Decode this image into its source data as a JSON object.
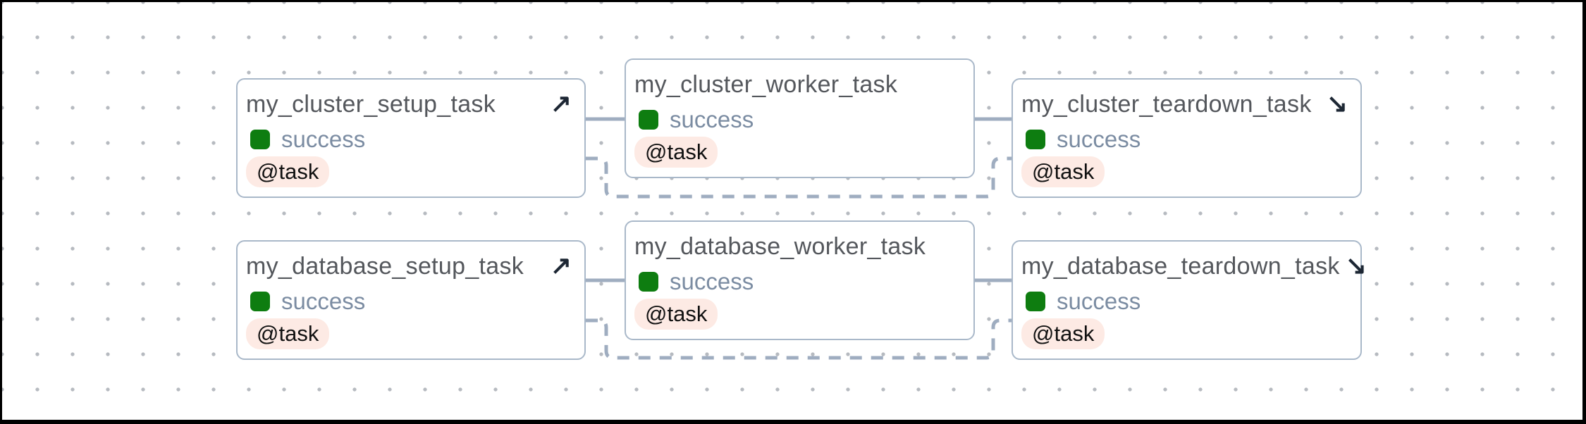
{
  "graph": {
    "nodes": [
      {
        "title": "my_cluster_setup_task",
        "state": "success",
        "badge": "@task",
        "role": "setup",
        "icon": "arrow-up-right",
        "icon_glyph": "↗"
      },
      {
        "title": "my_cluster_worker_task",
        "state": "success",
        "badge": "@task",
        "role": "worker",
        "icon": null,
        "icon_glyph": ""
      },
      {
        "title": "my_cluster_teardown_task",
        "state": "success",
        "badge": "@task",
        "role": "teardown",
        "icon": "arrow-down-right",
        "icon_glyph": "↘"
      },
      {
        "title": "my_database_setup_task",
        "state": "success",
        "badge": "@task",
        "role": "setup",
        "icon": "arrow-up-right",
        "icon_glyph": "↗"
      },
      {
        "title": "my_database_worker_task",
        "state": "success",
        "badge": "@task",
        "role": "worker",
        "icon": null,
        "icon_glyph": ""
      },
      {
        "title": "my_database_teardown_task",
        "state": "success",
        "badge": "@task",
        "role": "teardown",
        "icon": "arrow-down-right",
        "icon_glyph": "↘"
      }
    ],
    "edges": [
      {
        "from": "my_cluster_setup_task",
        "to": "my_cluster_worker_task",
        "style": "solid"
      },
      {
        "from": "my_cluster_worker_task",
        "to": "my_cluster_teardown_task",
        "style": "solid"
      },
      {
        "from": "my_cluster_setup_task",
        "to": "my_cluster_teardown_task",
        "style": "dashed"
      },
      {
        "from": "my_database_setup_task",
        "to": "my_database_worker_task",
        "style": "solid"
      },
      {
        "from": "my_database_worker_task",
        "to": "my_database_teardown_task",
        "style": "solid"
      },
      {
        "from": "my_database_setup_task",
        "to": "my_database_teardown_task",
        "style": "dashed"
      }
    ]
  },
  "colors": {
    "success_square": "#0e7d10",
    "badge_bg": "#fdeae4",
    "badge_text": "#111111",
    "edge": "#9fadc0",
    "node_border": "#a9b8c9",
    "title_text": "#54575c",
    "state_text": "#7b8ca2",
    "arrow": "#1d2734",
    "canvas_dot": "#b6bac0"
  }
}
